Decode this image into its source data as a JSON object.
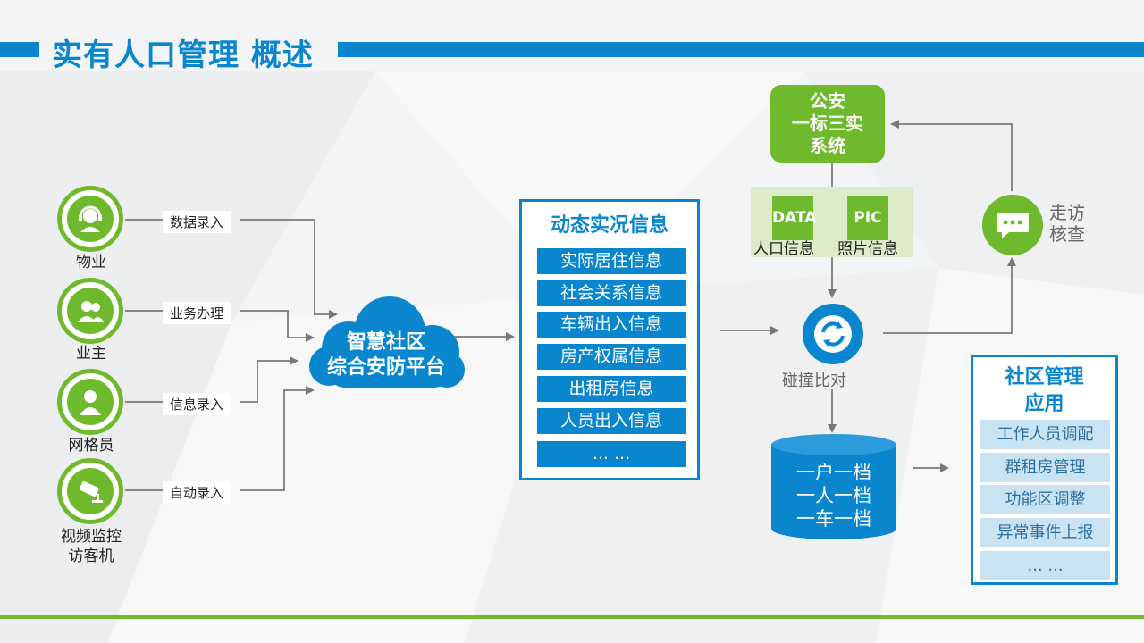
{
  "title": "实有人口管理 概述",
  "sources": [
    {
      "label": "物业",
      "connector": "数据录入",
      "icon": "customer-service-icon"
    },
    {
      "label": "业主",
      "connector": "业务办理",
      "icon": "users-icon"
    },
    {
      "label": "网格员",
      "connector": "信息录入",
      "icon": "person-icon"
    },
    {
      "label": "视频监控\n访客机",
      "connector": "自动录入",
      "icon": "camera-icon"
    }
  ],
  "cloud": {
    "line1": "智慧社区",
    "line2": "综合安防平台"
  },
  "dynamic_info": {
    "title": "动态实况信息",
    "items": [
      "实际居住信息",
      "社会关系信息",
      "车辆出入信息",
      "房产权属信息",
      "出租房信息",
      "人员出入信息",
      "... ..."
    ]
  },
  "police_system": {
    "line1": "公安",
    "line2": "一标三实",
    "line3": "系统"
  },
  "data_tiles": [
    {
      "tile": "DATA",
      "label": "人口信息"
    },
    {
      "tile": "PIC",
      "label": "照片信息"
    }
  ],
  "compare_label": "碰撞比对",
  "visit_label": {
    "line1": "走访",
    "line2": "核查"
  },
  "database": {
    "lines": [
      "一户一档",
      "一人一档",
      "一车一档"
    ]
  },
  "community_app": {
    "title_line1": "社区管理",
    "title_line2": "应用",
    "items": [
      "工作人员调配",
      "群租房管理",
      "功能区调整",
      "异常事件上报",
      "... ..."
    ]
  },
  "colors": {
    "blue": "#0a86cf",
    "green": "#6fba2c"
  }
}
